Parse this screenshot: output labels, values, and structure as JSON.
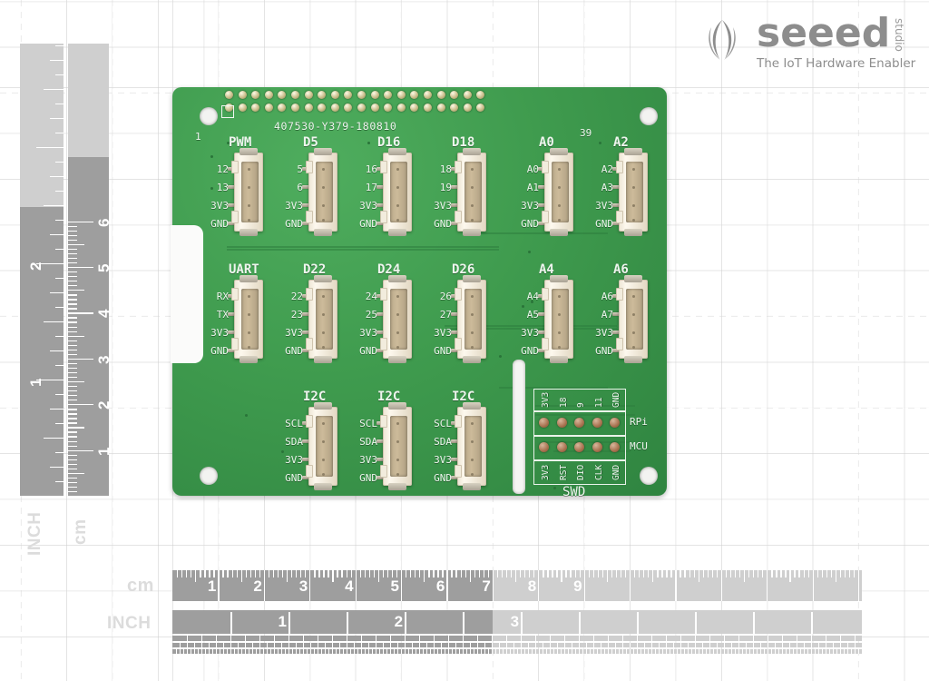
{
  "brand": {
    "name": "seeed",
    "studio": "studio",
    "tagline": "The IoT Hardware Enabler",
    "logo_color": "#8d8d8d"
  },
  "rulers": {
    "left_cm": {
      "unit_label": "cm",
      "ticks": [
        "1",
        "2",
        "3",
        "4",
        "5",
        "6"
      ]
    },
    "left_inch": {
      "unit_label": "INCH",
      "ticks": [
        "1",
        "2"
      ]
    },
    "bottom_cm": {
      "unit_label": "cm",
      "ticks": [
        "1",
        "2",
        "3",
        "4",
        "5",
        "6",
        "7",
        "8",
        "9"
      ]
    },
    "bottom_inch": {
      "unit_label": "INCH",
      "ticks": [
        "1",
        "2",
        "3"
      ]
    },
    "bar_color": "#9e9e9e",
    "bar_color_light": "#cfcfcf"
  },
  "board": {
    "pcb_color": "#3f9b4e",
    "silk_color": "#eef5ee",
    "part_number": "407530-Y379-180810",
    "header": {
      "pin1_label": "1",
      "pin39_label": "39",
      "rows": 2,
      "columns": 20
    },
    "connector_rows": [
      {
        "row": 1,
        "connectors": [
          {
            "title": "PWM",
            "pins": [
              "12",
              "13",
              "3V3",
              "GND"
            ],
            "pin_side": "left"
          },
          {
            "title": "D5",
            "pins": [
              "5",
              "6",
              "3V3",
              "GND"
            ],
            "pin_side": "left"
          },
          {
            "title": "D16",
            "pins": [
              "16",
              "17",
              "3V3",
              "GND"
            ],
            "pin_side": "left"
          },
          {
            "title": "D18",
            "pins": [
              "18",
              "19",
              "3V3",
              "GND"
            ],
            "pin_side": "left"
          },
          {
            "title": "A0",
            "pins": [
              "A0",
              "A1",
              "3V3",
              "GND"
            ],
            "pin_side": "left"
          },
          {
            "title": "A2",
            "pins": [
              "A2",
              "A3",
              "3V3",
              "GND"
            ],
            "pin_side": "left"
          }
        ]
      },
      {
        "row": 2,
        "connectors": [
          {
            "title": "UART",
            "pins": [
              "RX",
              "TX",
              "3V3",
              "GND"
            ],
            "pin_side": "left"
          },
          {
            "title": "D22",
            "pins": [
              "22",
              "23",
              "3V3",
              "GND"
            ],
            "pin_side": "left"
          },
          {
            "title": "D24",
            "pins": [
              "24",
              "25",
              "3V3",
              "GND"
            ],
            "pin_side": "left"
          },
          {
            "title": "D26",
            "pins": [
              "26",
              "27",
              "3V3",
              "GND"
            ],
            "pin_side": "left"
          },
          {
            "title": "A4",
            "pins": [
              "A4",
              "A5",
              "3V3",
              "GND"
            ],
            "pin_side": "left"
          },
          {
            "title": "A6",
            "pins": [
              "A6",
              "A7",
              "3V3",
              "GND"
            ],
            "pin_side": "left"
          }
        ]
      },
      {
        "row": 3,
        "connectors": [
          {
            "title": "I2C",
            "pins": [
              "SCL",
              "SDA",
              "3V3",
              "GND"
            ],
            "pin_side": "left"
          },
          {
            "title": "I2C",
            "pins": [
              "SCL",
              "SDA",
              "3V3",
              "GND"
            ],
            "pin_side": "left"
          },
          {
            "title": "I2C",
            "pins": [
              "SCL",
              "SDA",
              "3V3",
              "GND"
            ],
            "pin_side": "left"
          }
        ]
      }
    ],
    "swd": {
      "title": "SWD",
      "top_labels": [
        "3V3",
        "18",
        "9",
        "11",
        "GND"
      ],
      "bottom_labels": [
        "3V3",
        "RST",
        "DIO",
        "CLK",
        "GND"
      ],
      "row_labels": [
        "RPi",
        "MCU"
      ]
    }
  }
}
